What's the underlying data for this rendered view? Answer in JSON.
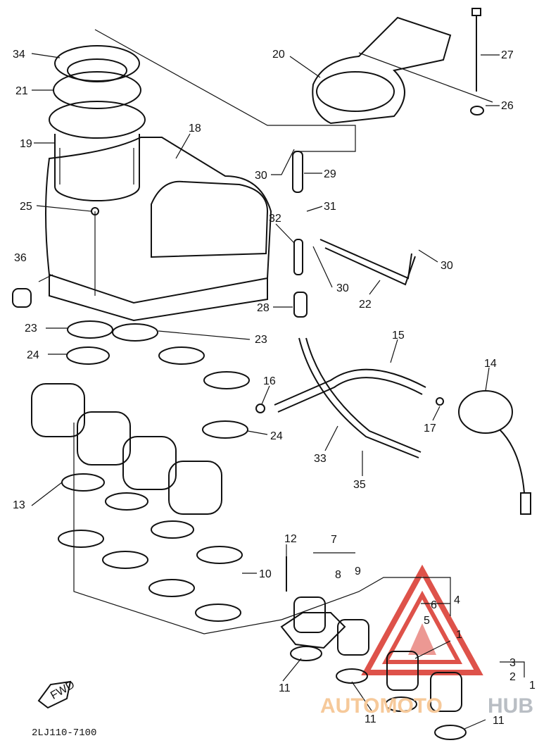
{
  "diagram_code": "2LJ110-7100",
  "fwd_label": "FWD",
  "watermark": {
    "part1": "AUTOMOTO",
    "part2": "HUB",
    "color1": "#f6c99a",
    "color2": "#b9bec4",
    "logo_color": "#d9352b"
  },
  "callouts": {
    "c34": "34",
    "c21": "21",
    "c19": "19",
    "c18": "18",
    "c20": "20",
    "c27": "27",
    "c26": "26",
    "c25": "25",
    "c30a": "30",
    "c29": "29",
    "c31": "31",
    "c32": "32",
    "c30b": "30",
    "c30c": "30",
    "c36": "36",
    "c28": "28",
    "c22": "22",
    "c23a": "23",
    "c23b": "23",
    "c24a": "24",
    "c15": "15",
    "c14": "14",
    "c16": "16",
    "c17": "17",
    "c24b": "24",
    "c33": "33",
    "c35": "35",
    "c13": "13",
    "c12": "12",
    "c7": "7",
    "c8": "8",
    "c9": "9",
    "c10": "10",
    "c6": "6",
    "c4": "4",
    "c5": "5",
    "c1a": "1",
    "c3": "3",
    "c2": "2",
    "c1b": "1",
    "c11a": "11",
    "c11b": "11",
    "c11c": "11"
  }
}
